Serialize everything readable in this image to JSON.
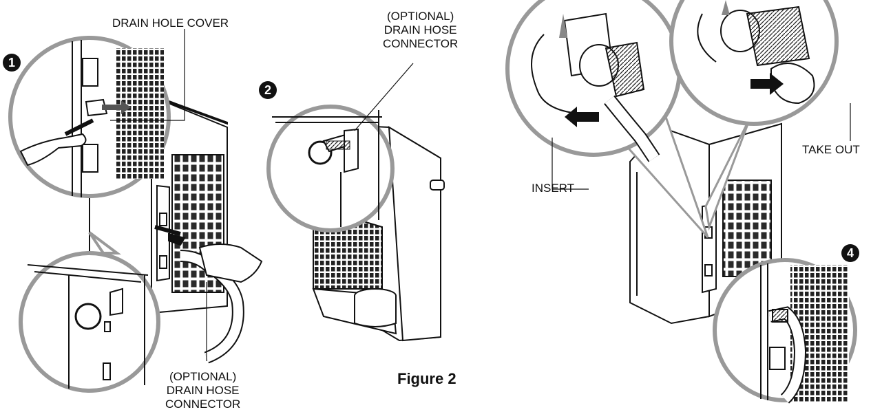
{
  "labels": {
    "drain_hole_cover": "DRAIN HOLE COVER",
    "optional_connector_top": [
      "(OPTIONAL)",
      "DRAIN HOSE",
      "CONNECTOR"
    ],
    "optional_connector_bottom": [
      "(OPTIONAL)",
      "DRAIN HOSE",
      "CONNECTOR"
    ],
    "insert": "INSERT",
    "take_out": "TAKE OUT",
    "figure_caption": "Figure 2"
  },
  "steps": [
    "1",
    "2",
    "4"
  ]
}
